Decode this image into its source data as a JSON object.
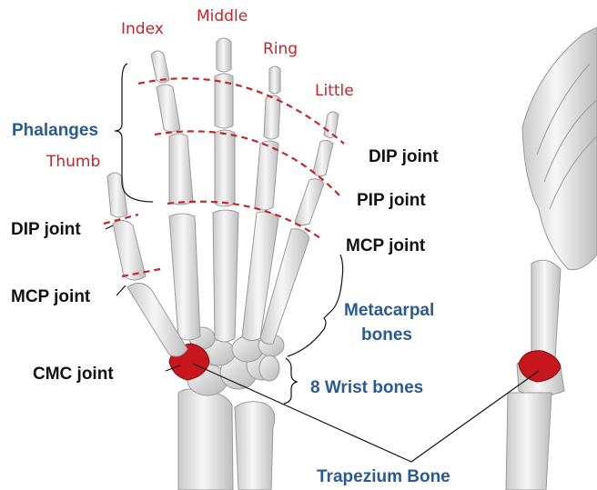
{
  "colors": {
    "finger_label": "#c0272d",
    "joint_label": "#111111",
    "group_label": "#2a5a94",
    "joint_line": "#c0272d",
    "trapezium": "#c8161d",
    "bone": "#e8e8e8"
  },
  "fingers": {
    "index": "Index",
    "middle": "Middle",
    "ring": "Ring",
    "little": "Little",
    "thumb": "Thumb"
  },
  "groups": {
    "phalanges": "Phalanges",
    "metacarpal_line1": "Metacarpal",
    "metacarpal_line2": "bones",
    "wrist_bones": "8 Wrist bones",
    "trapezium": "Trapezium Bone"
  },
  "joints": {
    "dip_right": "DIP joint",
    "pip_right": "PIP joint",
    "mcp_right": "MCP joint",
    "dip_thumb": "DIP joint",
    "mcp_thumb": "MCP joint",
    "cmc": "CMC joint"
  }
}
